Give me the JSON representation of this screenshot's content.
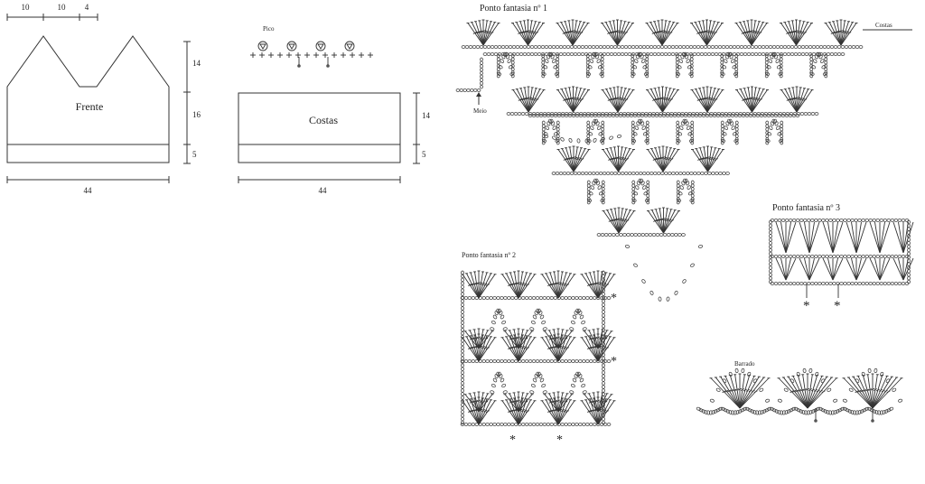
{
  "colors": {
    "ink": "#333333",
    "background": "#ffffff"
  },
  "front_schematic": {
    "label": "Frente",
    "top_dims": [
      "10",
      "10",
      "4"
    ],
    "right_dims": [
      "14",
      "16",
      "5"
    ],
    "bottom_dim": "44"
  },
  "back_schematic": {
    "label": "Costas",
    "right_dims": [
      "14",
      "5"
    ],
    "bottom_dim": "44"
  },
  "pico": {
    "label": "Pico"
  },
  "pattern1": {
    "title": "Ponto fantasia nº 1",
    "label_back": "Costas",
    "label_middle": "Meio"
  },
  "pattern2": {
    "title": "Ponto fantasia nº 2"
  },
  "pattern3": {
    "title": "Ponto fantasia nº 3"
  },
  "border": {
    "title": "Barrado"
  },
  "asterisk": "*"
}
